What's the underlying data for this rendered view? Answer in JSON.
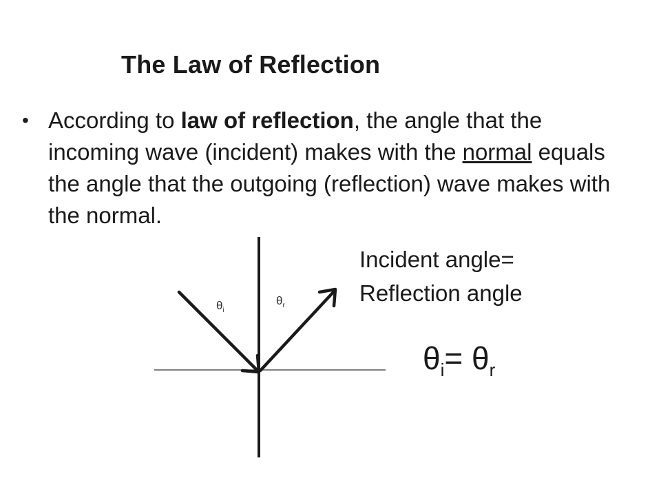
{
  "slide": {
    "title": "The Law of Reflection",
    "bullet": {
      "marker": "•",
      "part1": "According to ",
      "bold": "law of reflection",
      "part2": ", the angle that the incoming wave (incident) makes with the ",
      "underlined": "normal",
      "part3": " equals the angle that the outgoing (reflection) wave makes with the normal."
    },
    "side_text": {
      "line1": "Incident angle=",
      "line2": "Reflection angle"
    },
    "equation": {
      "lhs_symbol": "θ",
      "lhs_sub": "i",
      "equals": "= ",
      "rhs_symbol": "θ",
      "rhs_sub": "r"
    },
    "diagram": {
      "theta_i_label": "θ",
      "theta_i_sub": "i",
      "theta_r_label": "θ",
      "theta_r_sub": "r"
    }
  }
}
